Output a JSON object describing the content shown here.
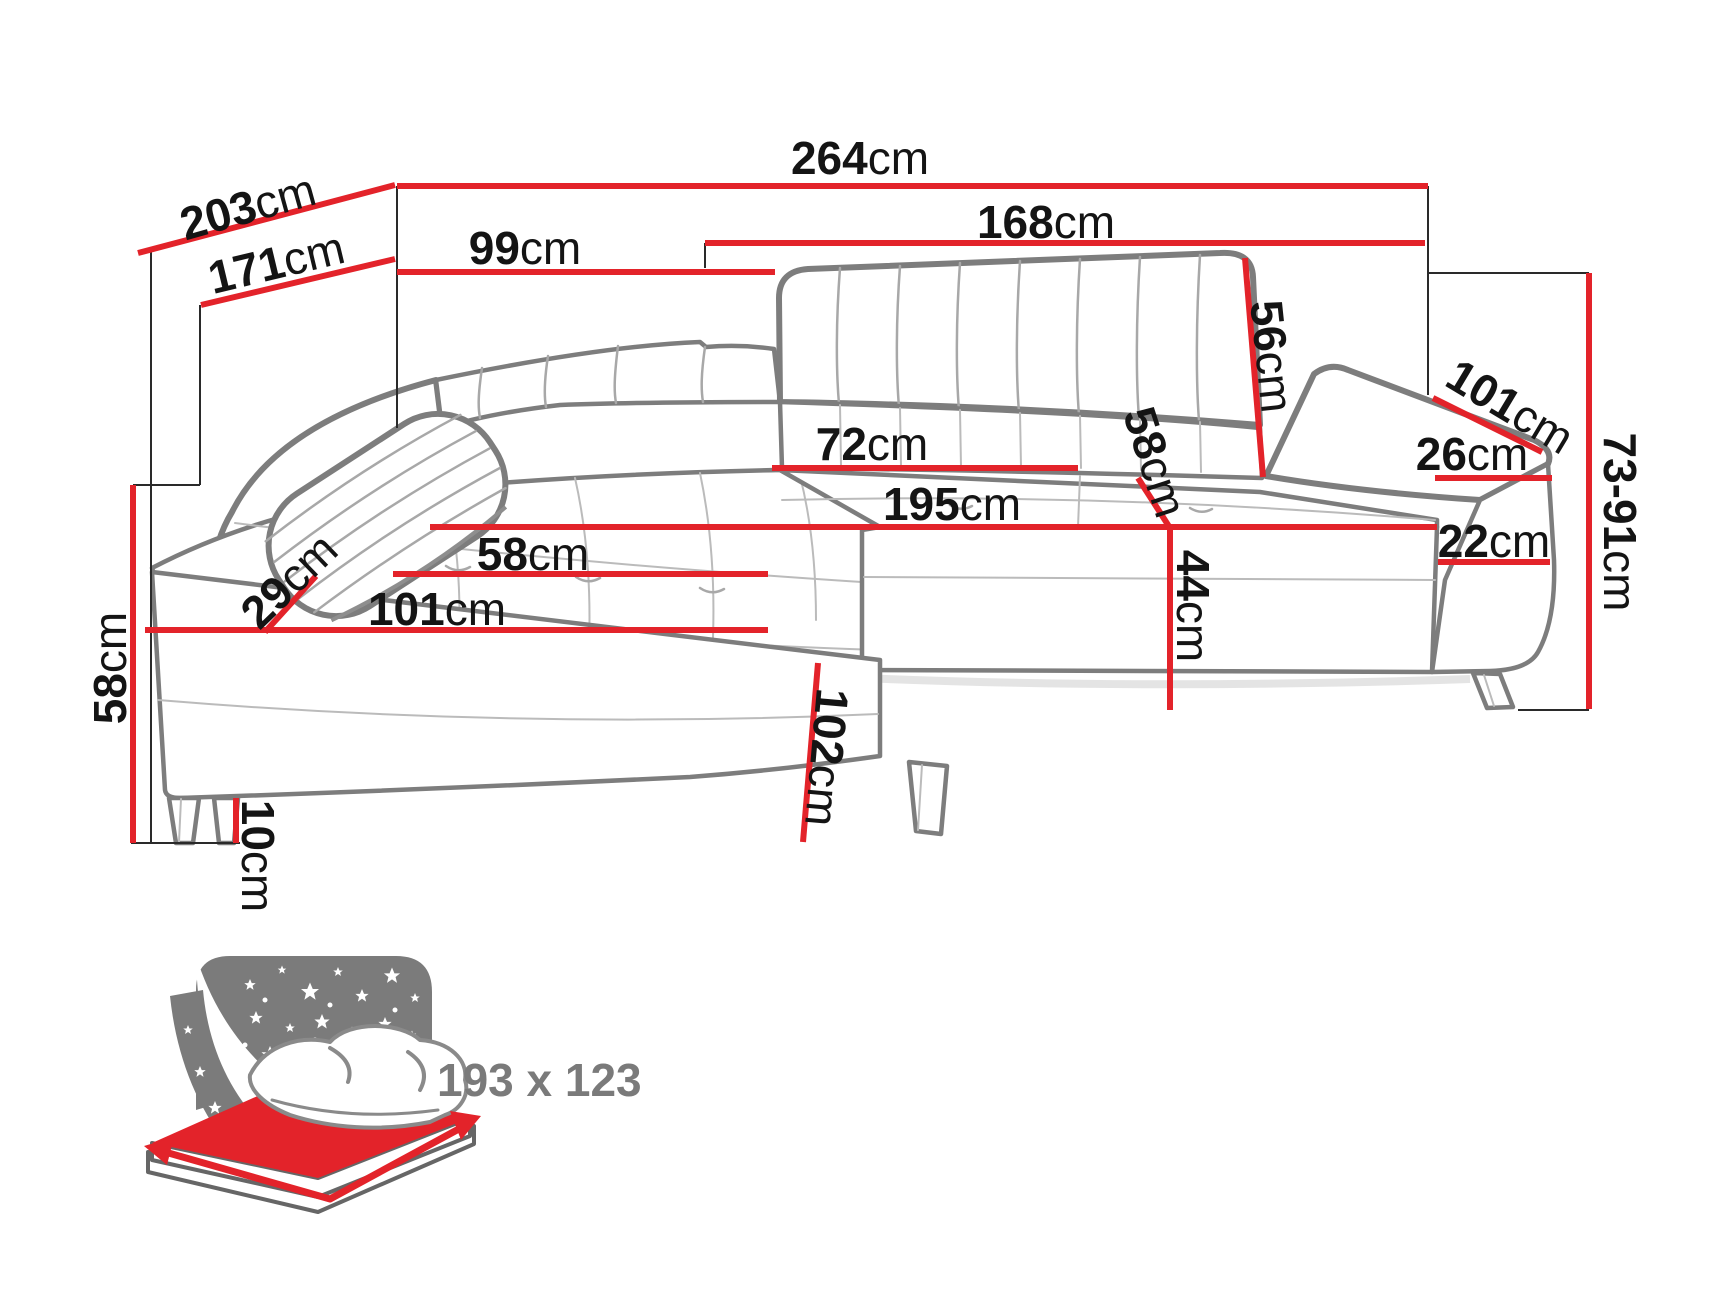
{
  "diagram": {
    "dimensions": {
      "total_width": {
        "value": "264",
        "unit": "cm"
      },
      "total_depth": {
        "value": "203",
        "unit": "cm"
      },
      "inner_depth": {
        "value": "171",
        "unit": "cm"
      },
      "left_back_width": {
        "value": "99",
        "unit": "cm"
      },
      "right_back_width": {
        "value": "168",
        "unit": "cm"
      },
      "backrest_height": {
        "value": "56",
        "unit": "cm"
      },
      "armrest_length": {
        "value": "101",
        "unit": "cm"
      },
      "armrest_top_width": {
        "value": "26",
        "unit": "cm"
      },
      "height_range": {
        "value": "73-91",
        "unit": "cm"
      },
      "armrest_base_width": {
        "value": "22",
        "unit": "cm"
      },
      "seat_cushion_width": {
        "value": "72",
        "unit": "cm"
      },
      "seat_front_width": {
        "value": "195",
        "unit": "cm"
      },
      "chaise_seat_width": {
        "value": "58",
        "unit": "cm"
      },
      "chaise_length": {
        "value": "101",
        "unit": "cm"
      },
      "backrest_gap": {
        "value": "29",
        "unit": "cm"
      },
      "seat_depth": {
        "value": "58",
        "unit": "cm"
      },
      "seat_front_height": {
        "value": "44",
        "unit": "cm"
      },
      "seat_height": {
        "value": "58",
        "unit": "cm"
      },
      "leg_height": {
        "value": "10",
        "unit": "cm"
      },
      "bed_depth": {
        "value": "102",
        "unit": "cm"
      }
    },
    "sleeping_area": {
      "label": "193 x 123"
    },
    "colors": {
      "dimension_line": "#e3232a",
      "sofa_outline": "#7d7d7d",
      "seam": "#a8a8a8",
      "label_text": "#141414",
      "icon_gray": "#7b7b7b"
    }
  }
}
